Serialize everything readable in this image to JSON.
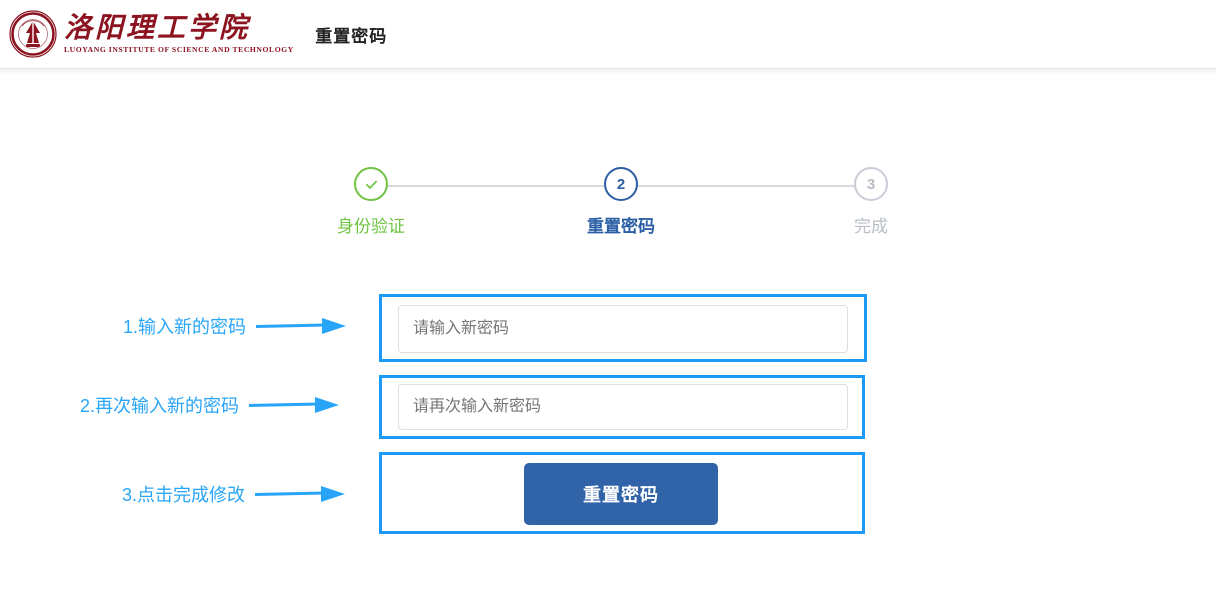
{
  "header": {
    "logo_cn": "洛阳理工学院",
    "logo_en": "LUOYANG INSTITUTE OF SCIENCE AND TECHNOLOGY",
    "logo_icon_name": "university-seal-icon",
    "title": "重置密码",
    "brand_color": "#8c1421"
  },
  "steps": {
    "items": [
      {
        "index": "1",
        "marker": "check",
        "label": "身份验证",
        "state": "done",
        "color": "#6fc442"
      },
      {
        "index": "2",
        "marker": "2",
        "label": "重置密码",
        "state": "active",
        "color": "#2b5fa5"
      },
      {
        "index": "3",
        "marker": "3",
        "label": "完成",
        "state": "todo",
        "color": "#b9bfc8"
      }
    ]
  },
  "form": {
    "new_password_placeholder": "请输入新密码",
    "confirm_password_placeholder": "请再次输入新密码",
    "submit_label": "重置密码",
    "submit_color": "#3063a8",
    "highlight_color": "#1b9bf5"
  },
  "annotations": {
    "color": "#29a5f7",
    "items": [
      {
        "text": "1.输入新的密码"
      },
      {
        "text": "2.再次输入新的密码"
      },
      {
        "text": "3.点击完成修改"
      }
    ]
  }
}
